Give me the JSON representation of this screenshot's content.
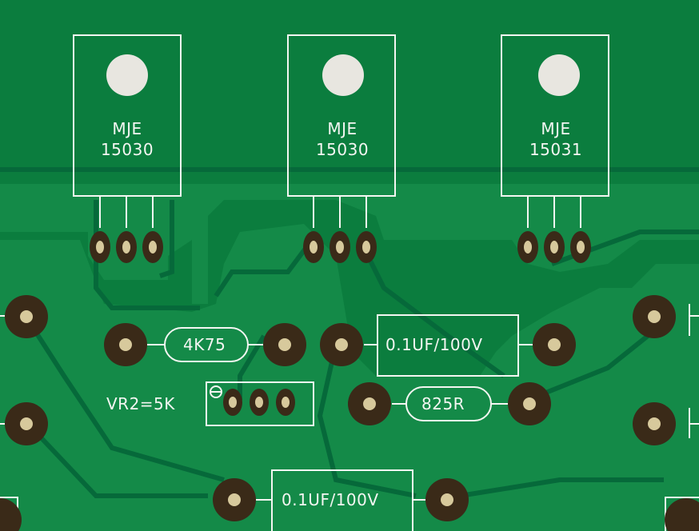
{
  "board": {
    "transistors": [
      {
        "line1": "MJE",
        "line2": "15030"
      },
      {
        "line1": "MJE",
        "line2": "15030"
      },
      {
        "line1": "MJE",
        "line2": "15031"
      }
    ],
    "labels": {
      "r1": "4K75",
      "c1": "0.1UF/100V",
      "vr": "VR2=5K",
      "r2": "825R",
      "c2": "0.1UF/100V"
    }
  }
}
